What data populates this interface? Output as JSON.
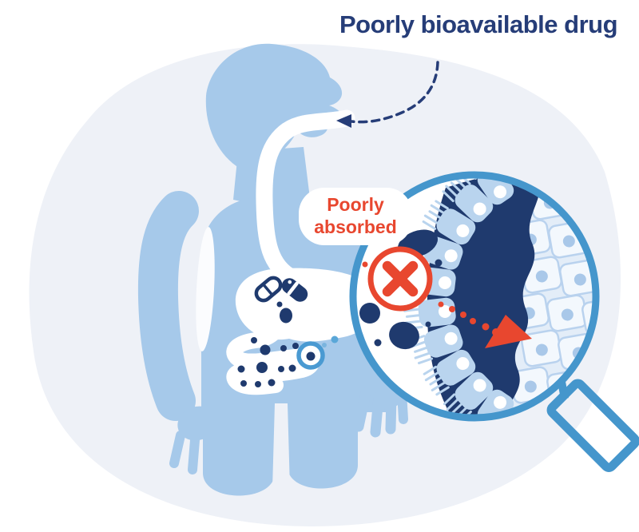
{
  "title": {
    "text": "Poorly bioavailable drug",
    "color": "#263d78"
  },
  "callout": {
    "line1": "Poorly",
    "line2": "absorbed",
    "color": "#e8472f"
  },
  "colors": {
    "background_blob": "#eef1f7",
    "body_blue": "#a6c9ea",
    "navy": "#1f3a6e",
    "accent_blue": "#4596cc",
    "red": "#e8472f",
    "epithelium_cell_blue": "#b9d4ee",
    "wall_background": "#e3edf8",
    "white": "#ffffff"
  },
  "icons": [
    {
      "name": "swallow-arrow-icon",
      "meaning": "dashed arrow showing drug being swallowed"
    },
    {
      "name": "capsule-outline-icon",
      "meaning": "outlined pill capsule in stomach"
    },
    {
      "name": "capsule-filled-icon",
      "meaning": "filled pill capsule in stomach"
    },
    {
      "name": "highlight-ring-icon",
      "meaning": "circle marker on intestine linking to magnified view"
    },
    {
      "name": "magnifier-icon",
      "meaning": "magnifying glass showing intestinal wall close-up"
    },
    {
      "name": "x-circle-icon",
      "meaning": "red crossed circle = drug not absorbed"
    },
    {
      "name": "absorption-arrow-icon",
      "meaning": "red triangle arrow, minimal drug crossing epithelium"
    }
  ]
}
